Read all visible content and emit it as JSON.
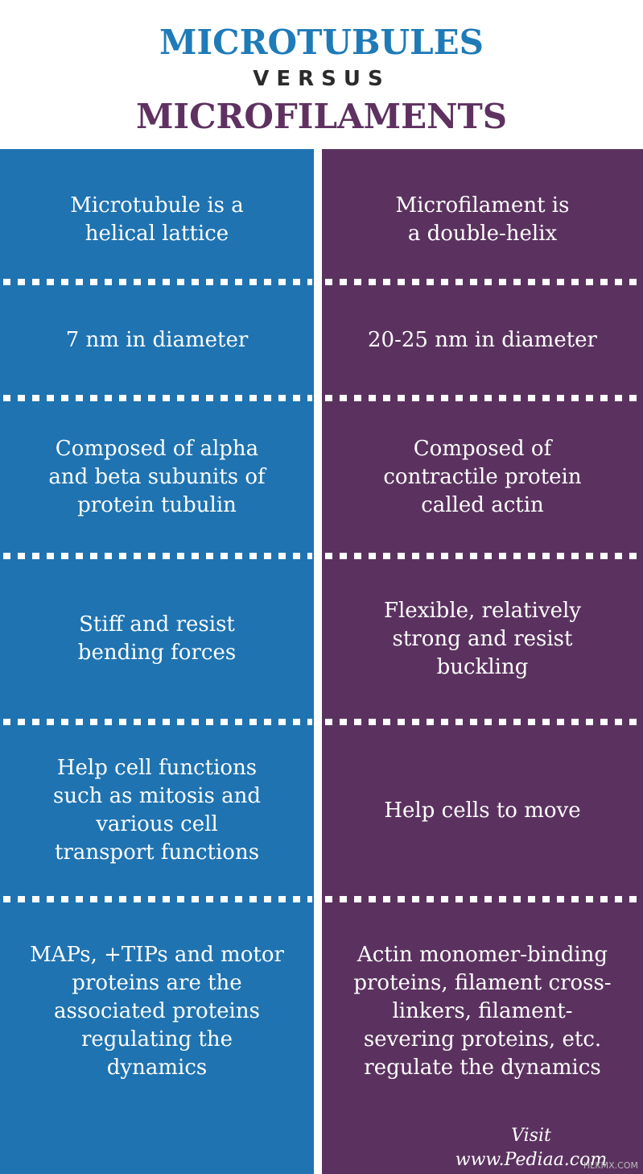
{
  "header": {
    "title_top": "MICROTUBULES",
    "versus": "VERSUS",
    "title_bottom": "MICROFILAMENTS"
  },
  "colors": {
    "microtubules": "#1f73b1",
    "microfilaments": "#5b325f",
    "title_blue": "#1f7bb8",
    "title_purple": "#5e3161"
  },
  "rows": [
    {
      "microtubules": "Microtubule is a\nhelical lattice",
      "microfilaments": "Microfilament is\na double-helix"
    },
    {
      "microtubules": "7 nm in diameter",
      "microfilaments": "20-25 nm in diameter"
    },
    {
      "microtubules": "Composed of alpha\nand beta subunits of\nprotein tubulin",
      "microfilaments": "Composed of\ncontractile protein\ncalled actin"
    },
    {
      "microtubules": "Stiff and resist\nbending forces",
      "microfilaments": "Flexible, relatively\nstrong and resist\nbuckling"
    },
    {
      "microtubules": "Help cell functions\nsuch as mitosis and\nvarious cell\ntransport functions",
      "microfilaments": "Help cells to move"
    },
    {
      "microtubules": "MAPs, +TIPs and motor\nproteins are the\nassociated proteins\nregulating the\ndynamics",
      "microfilaments": "Actin monomer-binding\nproteins, filament cross-\nlinkers,  filament-\nsevering proteins, etc.\nregulate the dynamics"
    }
  ],
  "credit": "Visit www.Pediaa.com",
  "watermark": "HLKMX.COM"
}
